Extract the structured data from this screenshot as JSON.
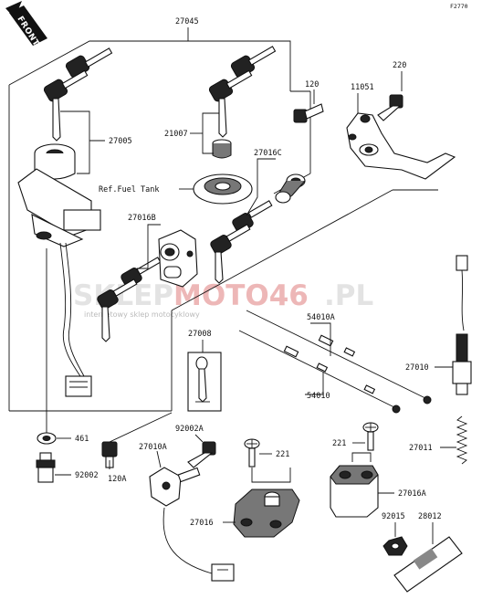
{
  "figure_code": "F2770",
  "front_label": "FRONT",
  "watermark": {
    "brand_left": "SKLEP",
    "brand_mid": "MOTO46",
    "brand_right": ".PL",
    "tagline": "internetowy sklep motocyklowy"
  },
  "labels": {
    "p27045": "27045",
    "p27005": "27005",
    "p21007": "21007",
    "p27016c": "27016C",
    "p120": "120",
    "p11051": "11051",
    "p220": "220",
    "ref_fuel_tank": "Ref.Fuel Tank",
    "p27016b": "27016B",
    "p54010a": "54010A",
    "p27008": "27008",
    "p54010": "54010",
    "p27010": "27010",
    "p461": "461",
    "p92002": "92002",
    "p120a": "120A",
    "p92002a": "92002A",
    "p27010a": "27010A",
    "p221a": "221",
    "p221b": "221",
    "p27011": "27011",
    "p27016a": "27016A",
    "p27016": "27016",
    "p92015": "92015",
    "p28012": "28012"
  }
}
